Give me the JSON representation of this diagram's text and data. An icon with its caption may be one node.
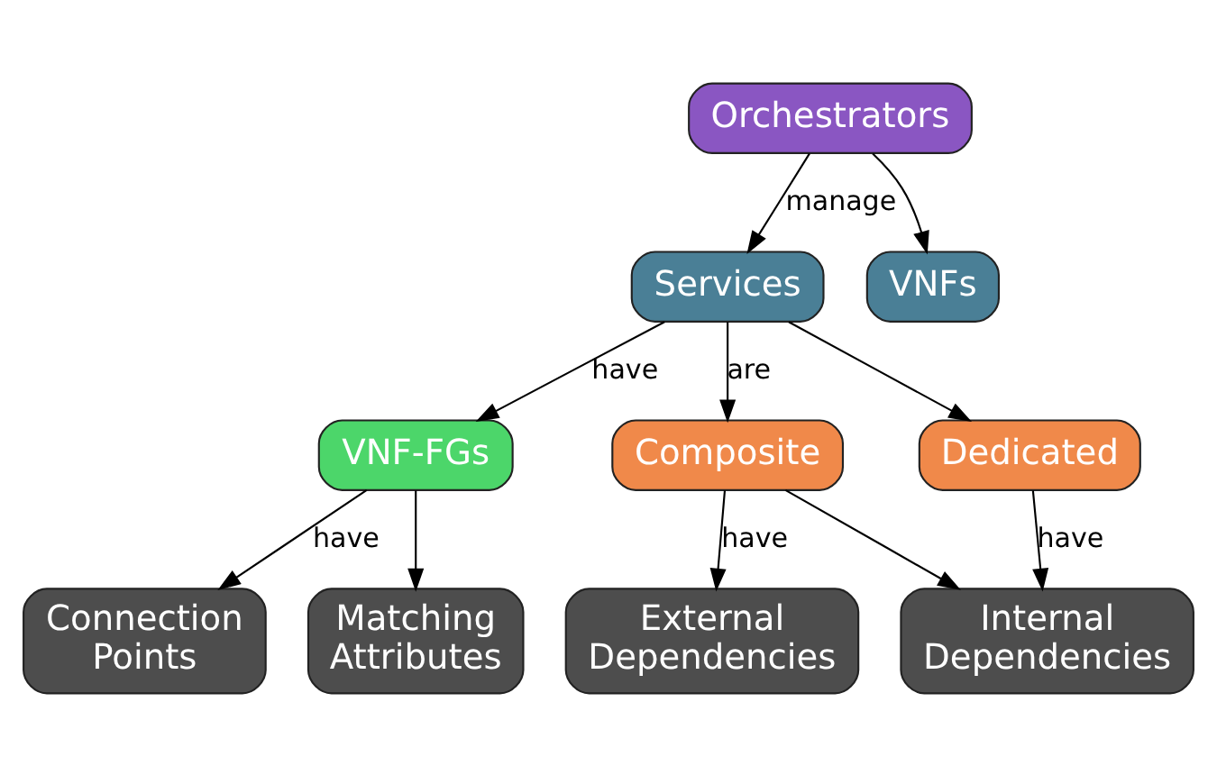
{
  "diagram": {
    "nodes": [
      {
        "text": [
          "Orchestrators"
        ]
      },
      {
        "text": [
          "Services"
        ]
      },
      {
        "text": [
          "VNFs"
        ]
      },
      {
        "text": [
          "VNF-FGs"
        ]
      },
      {
        "text": [
          "Composite"
        ]
      },
      {
        "text": [
          "Dedicated"
        ]
      },
      {
        "text": [
          "Connection Points"
        ]
      },
      {
        "text": [
          "Matching Attributes"
        ]
      },
      {
        "text": [
          "External Dependencies"
        ]
      },
      {
        "text": [
          "Internal Dependencies"
        ]
      }
    ],
    "edges": [
      {
        "from": 0,
        "to": 1,
        "arrow": "to",
        "label": "manage"
      },
      {
        "from": 0,
        "to": 2,
        "arrow": "to"
      },
      {
        "from": 1,
        "to": 3,
        "arrow": "to",
        "label": "have"
      },
      {
        "from": 1,
        "to": 4,
        "arrow": "to",
        "label": "are"
      },
      {
        "from": 1,
        "to": 5,
        "arrow": "to"
      },
      {
        "from": 3,
        "to": 6,
        "arrow": "to",
        "label": "have"
      },
      {
        "from": 3,
        "to": 7,
        "arrow": "to"
      },
      {
        "from": 4,
        "to": 8,
        "arrow": "to",
        "label": "have"
      },
      {
        "from": 4,
        "to": 9,
        "arrow": "to"
      },
      {
        "from": 5,
        "to": 9,
        "arrow": "to",
        "label": "have"
      }
    ]
  }
}
